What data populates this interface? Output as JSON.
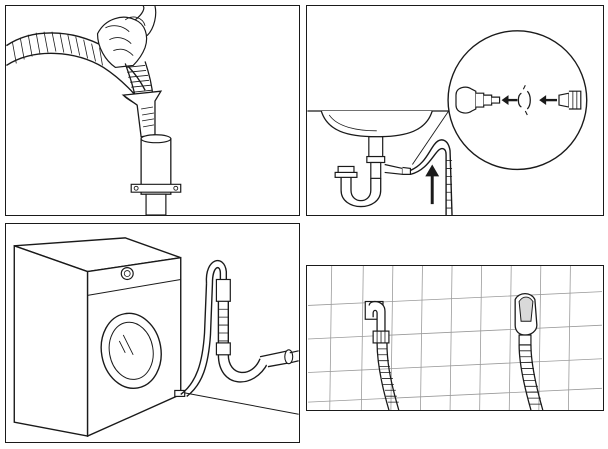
{
  "figures": [
    {
      "id": "hose-into-standpipe"
    },
    {
      "id": "hose-to-sink-trap-spigot"
    },
    {
      "id": "washing-machine-drain-hose-route"
    },
    {
      "id": "hose-wall-outlet-fittings"
    }
  ],
  "colors": {
    "line": "#1a1a1a",
    "fill": "#ffffff",
    "shade": "#d9d9d9",
    "wall_lines": "#9a9a9a"
  }
}
